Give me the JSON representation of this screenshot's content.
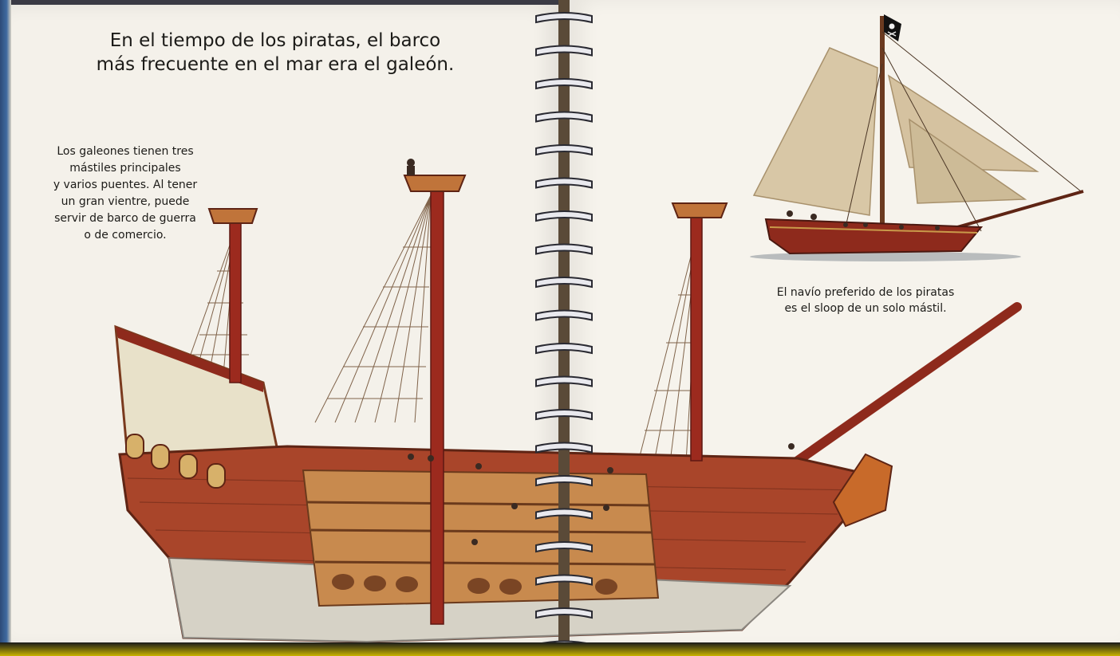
{
  "book": {
    "left_page": {
      "title": "En el tiempo de los piratas, el barco\nmás frecuente en el mar era el galeón.",
      "caption": "Los galeones tienen tres\nmástiles principales\ny varios puentes.  Al tener\nun gran vientre, puede\nservir de barco de guerra\no de comercio.",
      "illustration": "galleon-cutaway-illustration"
    },
    "right_page": {
      "caption": "El navío preferido de los piratas\nes el sloop de un solo mástil.",
      "illustration": "sloop-illustration",
      "flag_icon": "jolly-roger-flag-icon"
    },
    "binding": "spiral-binding",
    "colors": {
      "page": "#f4f1ea",
      "hull_red": "#8e2a1c",
      "wood": "#b5652e",
      "sail": "#d8c7a6",
      "text": "#1c1b18"
    }
  }
}
